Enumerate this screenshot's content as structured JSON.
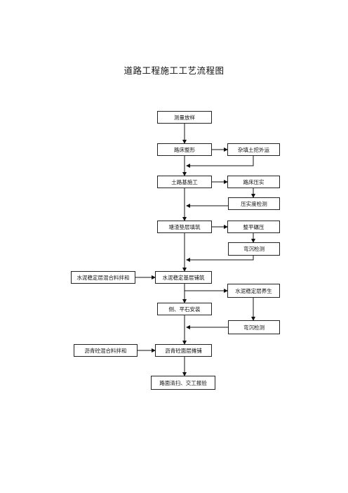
{
  "title": "道路工程施工工艺流程图",
  "nodes": {
    "survey": "测量放样",
    "subgrade_shaping": "路床整形",
    "waste_soil": "杂填土挖外运",
    "earthwork": "土路基施工",
    "subgrade_compaction": "路床压实",
    "compaction_test": "压实度检测",
    "cushion_fill": "塘渣垫层填筑",
    "leveling_rolling": "整平碾压",
    "deflection_test_1": "弯沉检测",
    "cement_mix": "水泥稳定层混合料拌和",
    "cement_base": "水泥稳定基层铺筑",
    "cement_curing": "水泥稳定层养生",
    "curb_install": "侧、平石安装",
    "deflection_test_2": "弯沉检测",
    "asphalt_mix": "沥青砼混合料拌和",
    "asphalt_paving": "沥青砼面层摊铺",
    "acceptance": "路面清扫、交工报验"
  }
}
